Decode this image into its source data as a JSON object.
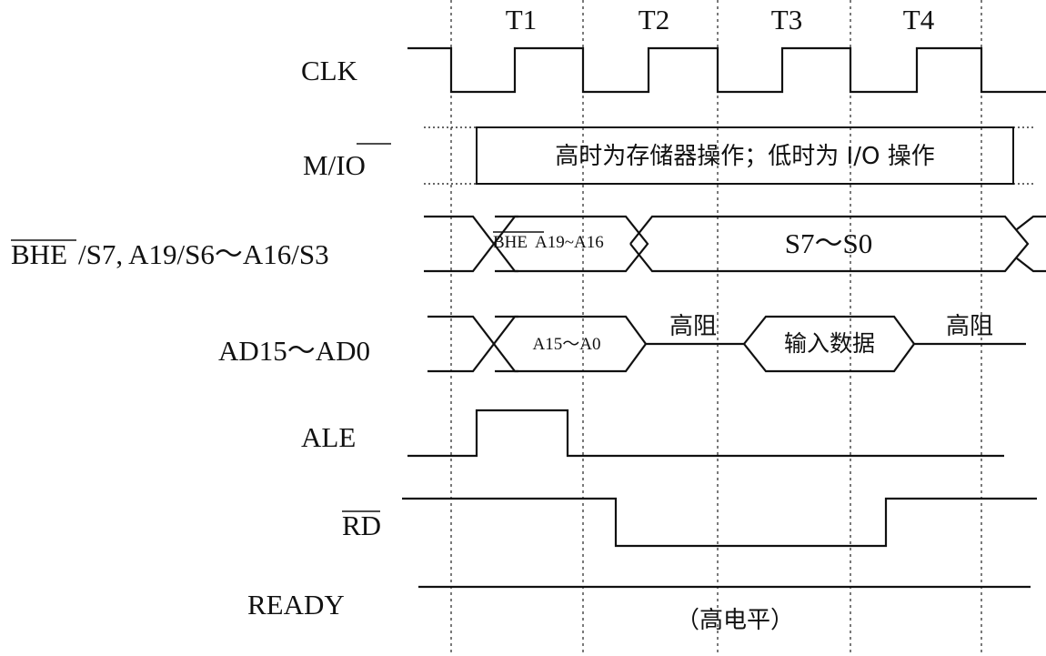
{
  "periods": [
    "T1",
    "T2",
    "T3",
    "T4"
  ],
  "signals": {
    "clk": "CLK",
    "mio_m": "M/",
    "mio_io": "IO",
    "bhe_bar": "BHE",
    "bhe_rest": "/S7, A19/S6～A16/S3",
    "ad": "AD15～AD0",
    "ale": "ALE",
    "rd": "RD",
    "ready": "READY"
  },
  "annotations": {
    "mio_text": "高时为存储器操作；低时为 I/O 操作",
    "bhe_inner_bar": "BHE",
    "bhe_inner_rest": "A19~A16",
    "status": "S7～S0",
    "addr": "A15～A0",
    "high_z_1": "高阻",
    "input_data": "输入数据",
    "high_z_2": "高阻",
    "ready_note": "（高电平）"
  }
}
